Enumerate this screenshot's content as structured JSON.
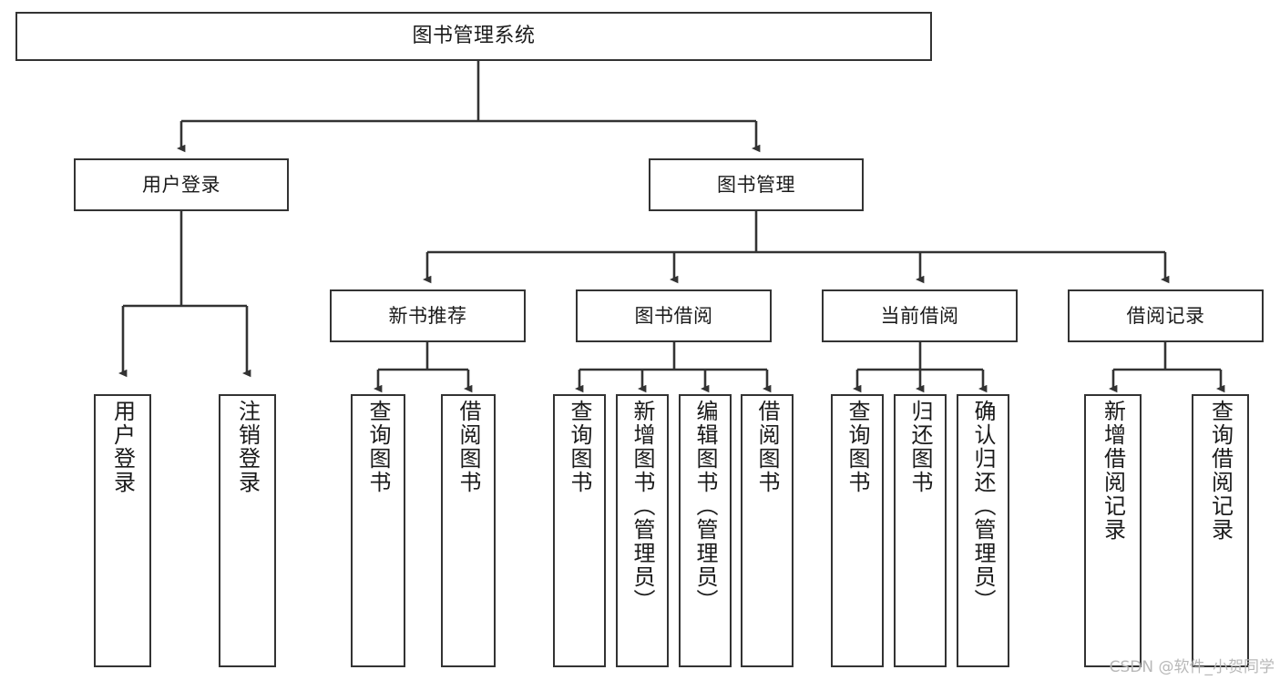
{
  "diagram": {
    "title": "图书管理系统",
    "type": "tree-hierarchy-chart",
    "colors": {
      "box_border": "#333333",
      "box_fill": "#ffffff",
      "edge": "#333333",
      "text": "#1a1a1a",
      "watermark": "#b8b8b8"
    },
    "nodes": {
      "root": {
        "label": "图书管理系统"
      },
      "level1": [
        {
          "id": "user-login",
          "label": "用户登录"
        },
        {
          "id": "book-manage",
          "label": "图书管理"
        }
      ],
      "level2": [
        {
          "id": "new-book-recommend",
          "label": "新书推荐"
        },
        {
          "id": "book-borrow",
          "label": "图书借阅"
        },
        {
          "id": "current-borrow",
          "label": "当前借阅"
        },
        {
          "id": "borrow-record",
          "label": "借阅记录"
        }
      ],
      "leaves": [
        {
          "id": "leaf-user-login",
          "label": "用户登录",
          "parent": "user-login"
        },
        {
          "id": "leaf-logout-login",
          "label": "注销登录",
          "parent": "user-login"
        },
        {
          "id": "leaf-query-book-1",
          "label": "查询图书",
          "parent": "new-book-recommend"
        },
        {
          "id": "leaf-borrow-book-1",
          "label": "借阅图书",
          "parent": "new-book-recommend"
        },
        {
          "id": "leaf-query-book-2",
          "label": "查询图书",
          "parent": "book-borrow"
        },
        {
          "id": "leaf-add-book",
          "label": "新增图书（管理员）",
          "parent": "book-borrow"
        },
        {
          "id": "leaf-edit-book",
          "label": "编辑图书（管理员）",
          "parent": "book-borrow"
        },
        {
          "id": "leaf-borrow-book-2",
          "label": "借阅图书",
          "parent": "book-borrow"
        },
        {
          "id": "leaf-query-book-3",
          "label": "查询图书",
          "parent": "current-borrow"
        },
        {
          "id": "leaf-return-book",
          "label": "归还图书",
          "parent": "current-borrow"
        },
        {
          "id": "leaf-confirm-return",
          "label": "确认归还（管理员）",
          "parent": "current-borrow"
        },
        {
          "id": "leaf-add-record",
          "label": "新增借阅记录",
          "parent": "borrow-record"
        },
        {
          "id": "leaf-query-record",
          "label": "查询借阅记录",
          "parent": "borrow-record"
        }
      ]
    },
    "watermark": "CSDN @软件_小贺同学"
  }
}
